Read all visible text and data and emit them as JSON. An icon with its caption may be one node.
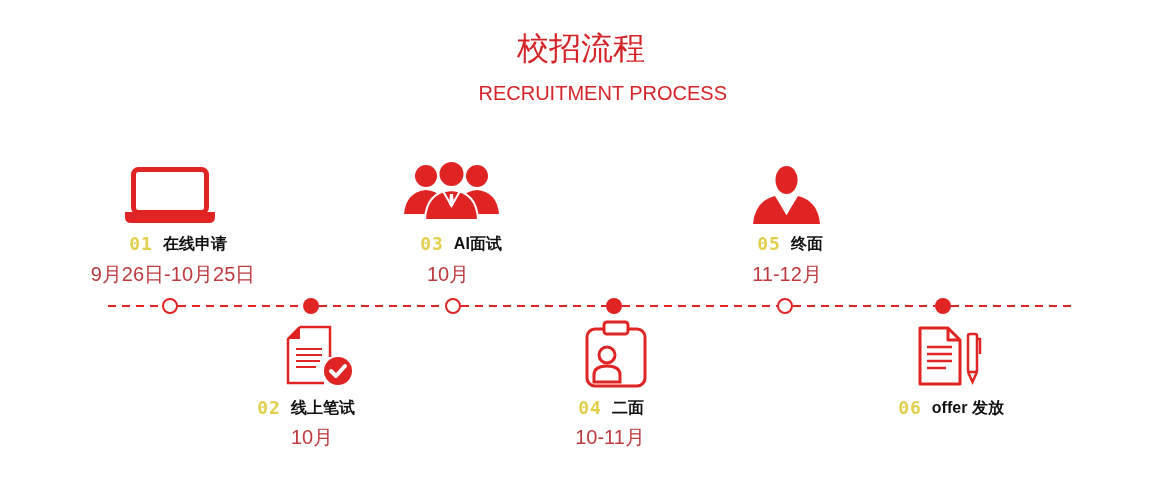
{
  "diagram": {
    "title": "校招流程",
    "nodes": [
      {
        "text": [],
        "shape": "circle",
        "beside": [
          "01",
          "在线申请",
          "9月26日-10月25日"
        ]
      },
      {
        "text": [],
        "shape": "dot",
        "beside": [
          "02",
          "线上笔试",
          "10月"
        ]
      },
      {
        "text": [],
        "shape": "circle",
        "beside": [
          "03",
          "AI面试",
          "10月"
        ]
      },
      {
        "text": [],
        "shape": "dot",
        "beside": [
          "04",
          "二面",
          "10-11月"
        ]
      },
      {
        "text": [],
        "shape": "circle",
        "beside": [
          "05",
          "终面",
          "11-12月"
        ]
      },
      {
        "text": [],
        "shape": "dot",
        "beside": [
          "06",
          "offer 发放"
        ]
      }
    ],
    "edges": [
      {
        "from": null,
        "to": 0,
        "arrow": "none",
        "style": "dashed"
      },
      {
        "from": 0,
        "to": 1,
        "arrow": "none",
        "style": "dashed"
      },
      {
        "from": 1,
        "to": 2,
        "arrow": "none",
        "style": "dashed"
      },
      {
        "from": 2,
        "to": 3,
        "arrow": "none",
        "style": "dashed"
      },
      {
        "from": 3,
        "to": 4,
        "arrow": "none",
        "style": "dashed"
      },
      {
        "from": 4,
        "to": 5,
        "arrow": "none",
        "style": "dashed"
      },
      {
        "from": 5,
        "to": null,
        "arrow": "none",
        "style": "dashed"
      }
    ],
    "labels": [
      "RECRUITMENT PROCESS"
    ]
  }
}
